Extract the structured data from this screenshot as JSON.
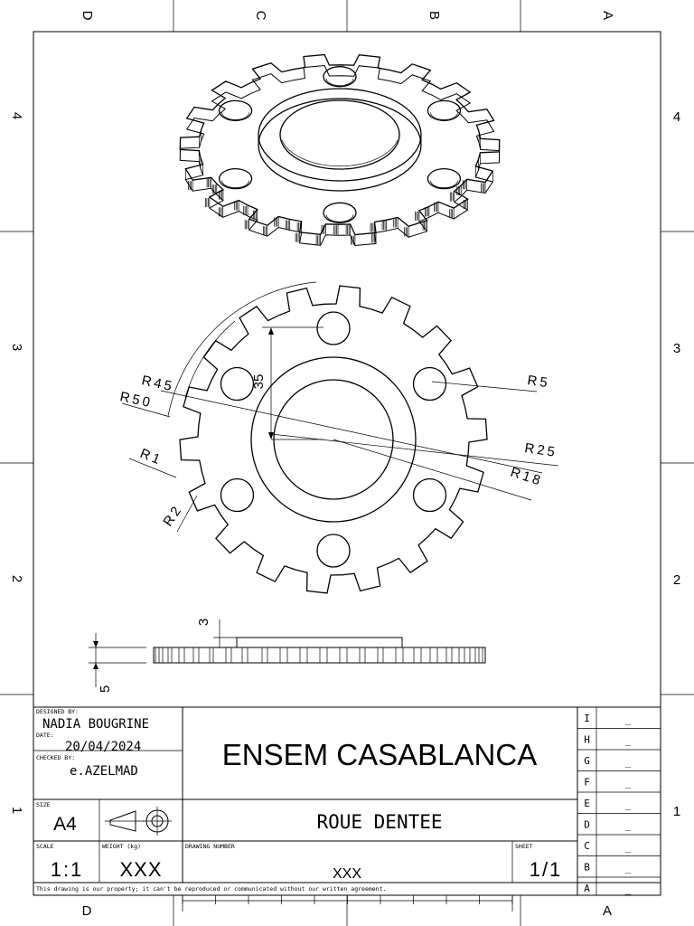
{
  "frame": {
    "top_letters": [
      "D",
      "C",
      "B",
      "A"
    ],
    "bottom_letters": [
      "D",
      "A"
    ],
    "row_numbers": [
      "4",
      "3",
      "2",
      "1"
    ]
  },
  "dimensions": {
    "r45": "R45",
    "r50": "R50",
    "r1": "R1",
    "r2": "R2",
    "r5": "R5",
    "r25": "R25",
    "r18": "R18",
    "d35": "35",
    "d3": "3",
    "d5": "5"
  },
  "title_block": {
    "designed_by_label": "DESIGNED BY:",
    "designed_by": "NADIA BOUGRINE",
    "date_label": "DATE:",
    "date": "20/04/2024",
    "checked_by_label": "CHECKED BY:",
    "checked_by": "e.AZELMAD",
    "institution": "ENSEM CASABLANCA",
    "size_label": "SIZE",
    "size": "A4",
    "title": "ROUE DENTEE",
    "scale_label": "SCALE",
    "scale": "1:1",
    "weight_label": "WEIGHT (kg)",
    "weight": "XXX",
    "drawing_number_label": "DRAWING NUMBER",
    "drawing_number": "XXX",
    "sheet_label": "SHEET",
    "sheet": "1/1",
    "revisions": [
      {
        "letter": "I",
        "value": "_"
      },
      {
        "letter": "H",
        "value": "_"
      },
      {
        "letter": "G",
        "value": "_"
      },
      {
        "letter": "F",
        "value": "_"
      },
      {
        "letter": "E",
        "value": "_"
      },
      {
        "letter": "D",
        "value": "_"
      },
      {
        "letter": "C",
        "value": "_"
      },
      {
        "letter": "B",
        "value": "_"
      },
      {
        "letter": "A",
        "value": "_"
      }
    ],
    "disclaimer": "This drawing is our property; it can't be reproduced or communicated without our written agreement."
  }
}
